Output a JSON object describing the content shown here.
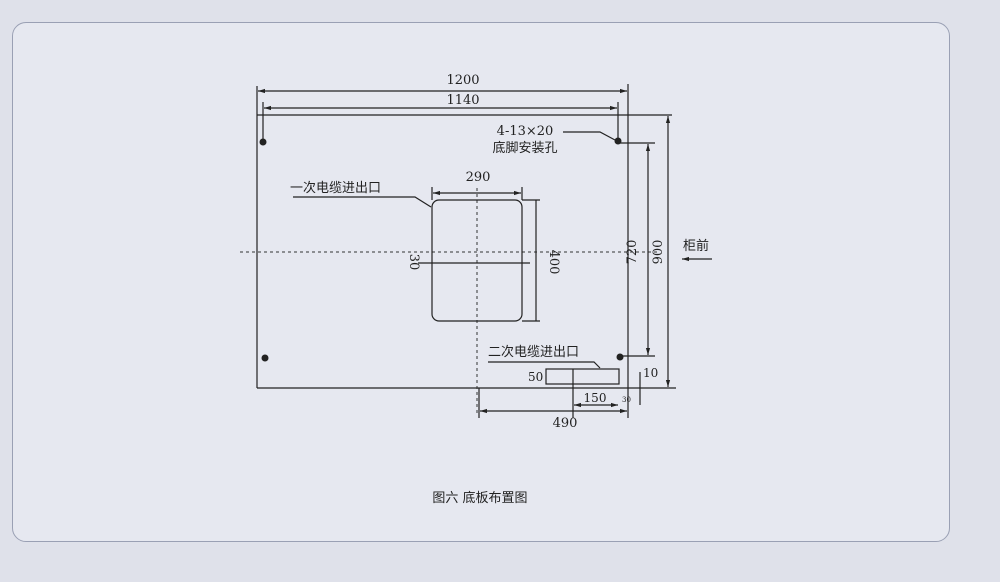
{
  "figure": {
    "caption": "图六  底板布置图",
    "dims": {
      "width_outer": "1200",
      "width_holes": "1140",
      "hole_spec": "4-13×20",
      "hole_label": "底脚安装孔",
      "primary_label": "一次电缆进出口",
      "primary_width": "290",
      "primary_height": "400",
      "primary_offset": "30",
      "depth_holes": "720",
      "depth_outer": "900",
      "front_label": "柜前",
      "secondary_label": "二次电缆进出口",
      "secondary_h": "50",
      "secondary_w": "150",
      "secondary_gap": "30",
      "secondary_edge": "10",
      "secondary_offset": "490"
    }
  }
}
